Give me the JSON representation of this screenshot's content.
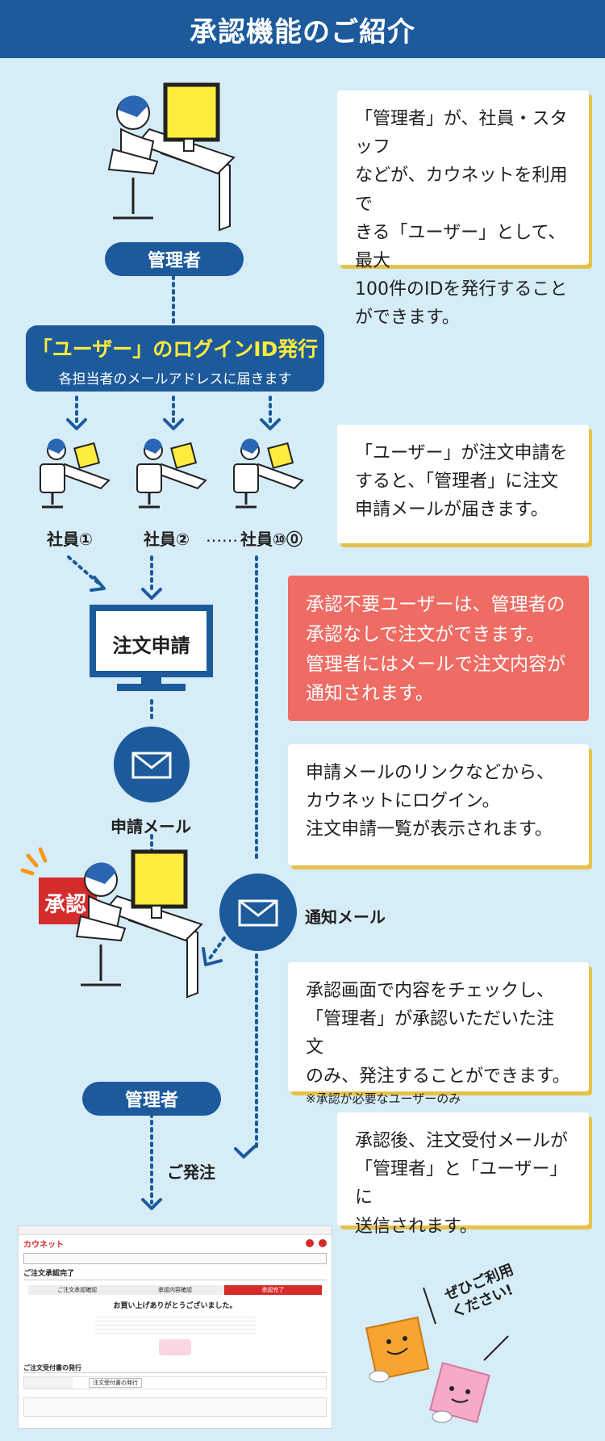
{
  "header": {
    "title": "承認機能のご紹介"
  },
  "admin_label": "管理者",
  "id_issue": {
    "title_quote_open": "「",
    "title_user": "ユーザー",
    "title_quote_close": "」",
    "title_rest": "のログインID発行",
    "subtitle": "各担当者のメールアドレスに届きます"
  },
  "employees": [
    "社員①",
    "社員②",
    "社員⑩⓪"
  ],
  "employee_dots": "……",
  "order_request": "注文申請",
  "request_mail": "申請メール",
  "notify_mail": "通知メール",
  "approve_badge": "承認",
  "admin_label2": "管理者",
  "place_order": "ご発注",
  "cards": {
    "c1_lines": [
      "「管理者」が、社員・スタッフ",
      "などが、カウネットを利用で",
      "きる「ユーザー」として、最大",
      "100件のIDを発行すること",
      "ができます。"
    ],
    "c2_lines": [
      "「ユーザー」が注文申請を",
      "すると、「管理者」に注文",
      "申請メールが届きます。"
    ],
    "c3_lines": [
      "承認不要ユーザーは、管理者の",
      "承認なしで注文ができます。",
      "管理者にはメールで注文内容が",
      "通知されます。"
    ],
    "c4_lines": [
      "申請メールのリンクなどから、",
      "カウネットにログイン。",
      "注文申請一覧が表示されます。"
    ],
    "c5_lines": [
      "承認画面で内容をチェックし、",
      "「管理者」が承認いただいた注文",
      "のみ、発注することができます。"
    ],
    "c5_note": "※承認が必要なユーザーのみ",
    "c6_lines": [
      "承認後、注文受付メールが",
      "「管理者」と「ユーザー」に",
      "送信されます。"
    ]
  },
  "screenshot": {
    "brand": "カウネット",
    "page_title": "ご注文承認完了",
    "step1": "ご注文承認確認",
    "step2": "承認内容確認",
    "step3": "承認完了",
    "thanks": "お買い上げありがとうございました。",
    "section": "ご注文受付書の発行",
    "button": "注文受付書の発行"
  },
  "callout_lines": [
    "ぜひご利用",
    "ください!"
  ],
  "colors": {
    "navy": "#1c5a9c",
    "sky": "#d6edf8",
    "shadow": "#e6c24a",
    "coral": "#ee6c64",
    "badge": "#d42b2b",
    "yellow": "#ffec3d"
  }
}
